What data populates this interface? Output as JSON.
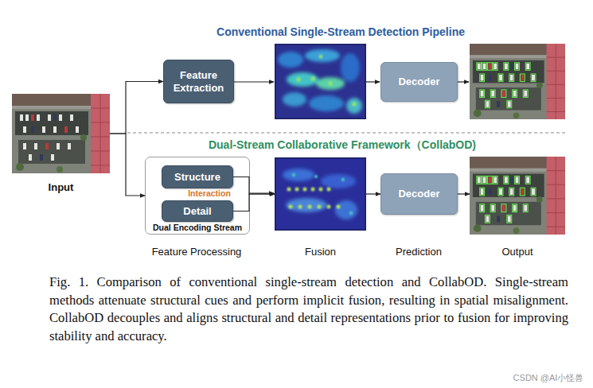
{
  "diagram": {
    "caption": "Fig. 1. Comparison of conventional single-stream detection and CollabOD. Single-stream methods attenuate structural cues and perform implicit fusion, resulting in spatial misalignment. CollabOD decouples and aligns structural and detail representations prior to fusion for improving stability and accuracy.",
    "nodes": [
      {
        "text": [
          "Input"
        ]
      },
      {
        "text": [
          "Feature Extraction"
        ]
      },
      {
        "text": [
          "Decoder"
        ]
      },
      {
        "text": [
          "Dual Encoding Stream"
        ]
      },
      {
        "text": [
          "Structure"
        ],
        "in": 3
      },
      {
        "text": [
          "Detail"
        ],
        "in": 3
      },
      {
        "text": [
          "Fusion"
        ]
      },
      {
        "text": [
          "Decoder"
        ]
      },
      {
        "text": [
          "Output"
        ]
      }
    ],
    "edges": [
      {
        "from": 0,
        "to": 1,
        "arrow": "to"
      },
      {
        "from": 0,
        "to": 3,
        "arrow": "to"
      },
      {
        "from": 4,
        "to": 6,
        "arrow": "to"
      },
      {
        "from": 5,
        "to": 6,
        "arrow": "to"
      },
      {
        "from": 6,
        "to": 7,
        "arrow": "to"
      },
      {
        "from": 7,
        "to": 8,
        "arrow": "to"
      }
    ],
    "labels": [
      "Conventional Single-Stream Detection Pipeline",
      "Dual-Stream Collaborative Framework（CollabOD)",
      "Interaction",
      "Feature Processing",
      "Prediction",
      "CSDN @AI小怪兽"
    ]
  }
}
